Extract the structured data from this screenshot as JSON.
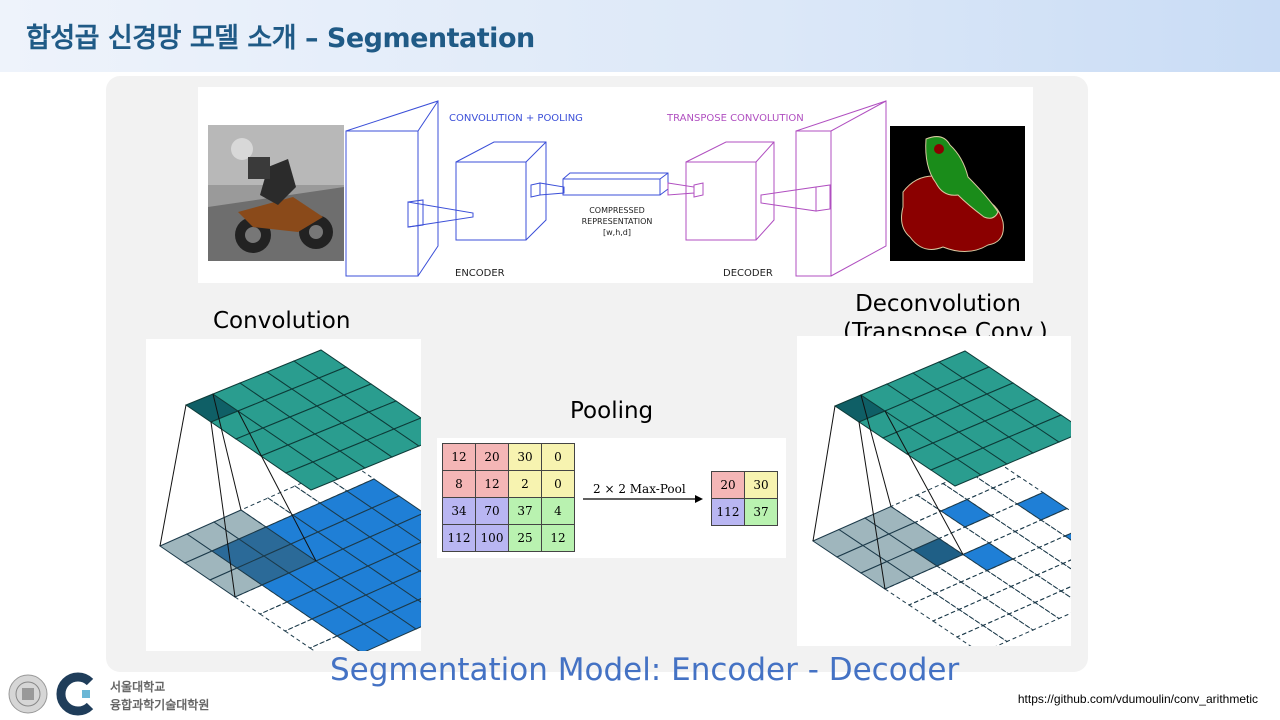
{
  "header": {
    "title": "합성곱 신경망 모델 소개 – Segmentation"
  },
  "architecture": {
    "conv_pool_label": "CONVOLUTION + POOLING",
    "transpose_label": "TRANSPOSE CONVOLUTION",
    "compressed_line1": "COMPRESSED",
    "compressed_line2": "REPRESENTATION",
    "compressed_line3": "[w,h,d]",
    "encoder_label": "ENCODER",
    "decoder_label": "DECODER",
    "colors": {
      "encoder": "#3b4fd8",
      "decoder": "#b04fc0",
      "mask_bg": "#000000",
      "mask_bike": "#8b0000",
      "mask_rider": "#1a8c1a"
    }
  },
  "convolution": {
    "title": "Convolution"
  },
  "pooling": {
    "title": "Pooling",
    "op_label": "2 × 2 Max-Pool",
    "input": [
      [
        "12",
        "20",
        "30",
        "0"
      ],
      [
        "8",
        "12",
        "2",
        "0"
      ],
      [
        "34",
        "70",
        "37",
        "4"
      ],
      [
        "112",
        "100",
        "25",
        "12"
      ]
    ],
    "output": [
      [
        "20",
        "30"
      ],
      [
        "112",
        "37"
      ]
    ],
    "colors": {
      "red": "#f4b6b6",
      "yellow": "#f7f3b0",
      "blue": "#b9b6f2",
      "green": "#b9f2b0"
    }
  },
  "deconvolution": {
    "title_line1": "Deconvolution",
    "title_line2": "(Transpose Conv.)"
  },
  "caption": "Segmentation Model: Encoder - Decoder",
  "footer": {
    "url": "https://github.com/vdumoulin/conv_arithmetic",
    "univ_line1": "서울대학교",
    "univ_line2": "융합과학기술대학원"
  }
}
